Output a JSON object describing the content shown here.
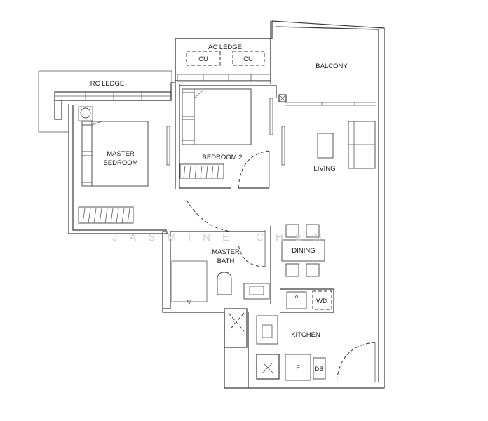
{
  "rooms": {
    "ac_ledge": "AC LEDGE",
    "cu_left": "CU",
    "cu_right": "CU",
    "rc_ledge": "RC LEDGE",
    "balcony": "BALCONY",
    "master_bedroom_1": "MASTER",
    "master_bedroom_2": "BEDROOM",
    "bedroom_2": "BEDROOM 2",
    "living": "LIVING",
    "master_bath_1": "MASTER",
    "master_bath_2": "BATH",
    "dining": "DINING",
    "wd": "WD",
    "kitchen": "KITCHEN",
    "fridge": "F",
    "db": "DB"
  },
  "watermark": "JASMINE CHEN"
}
